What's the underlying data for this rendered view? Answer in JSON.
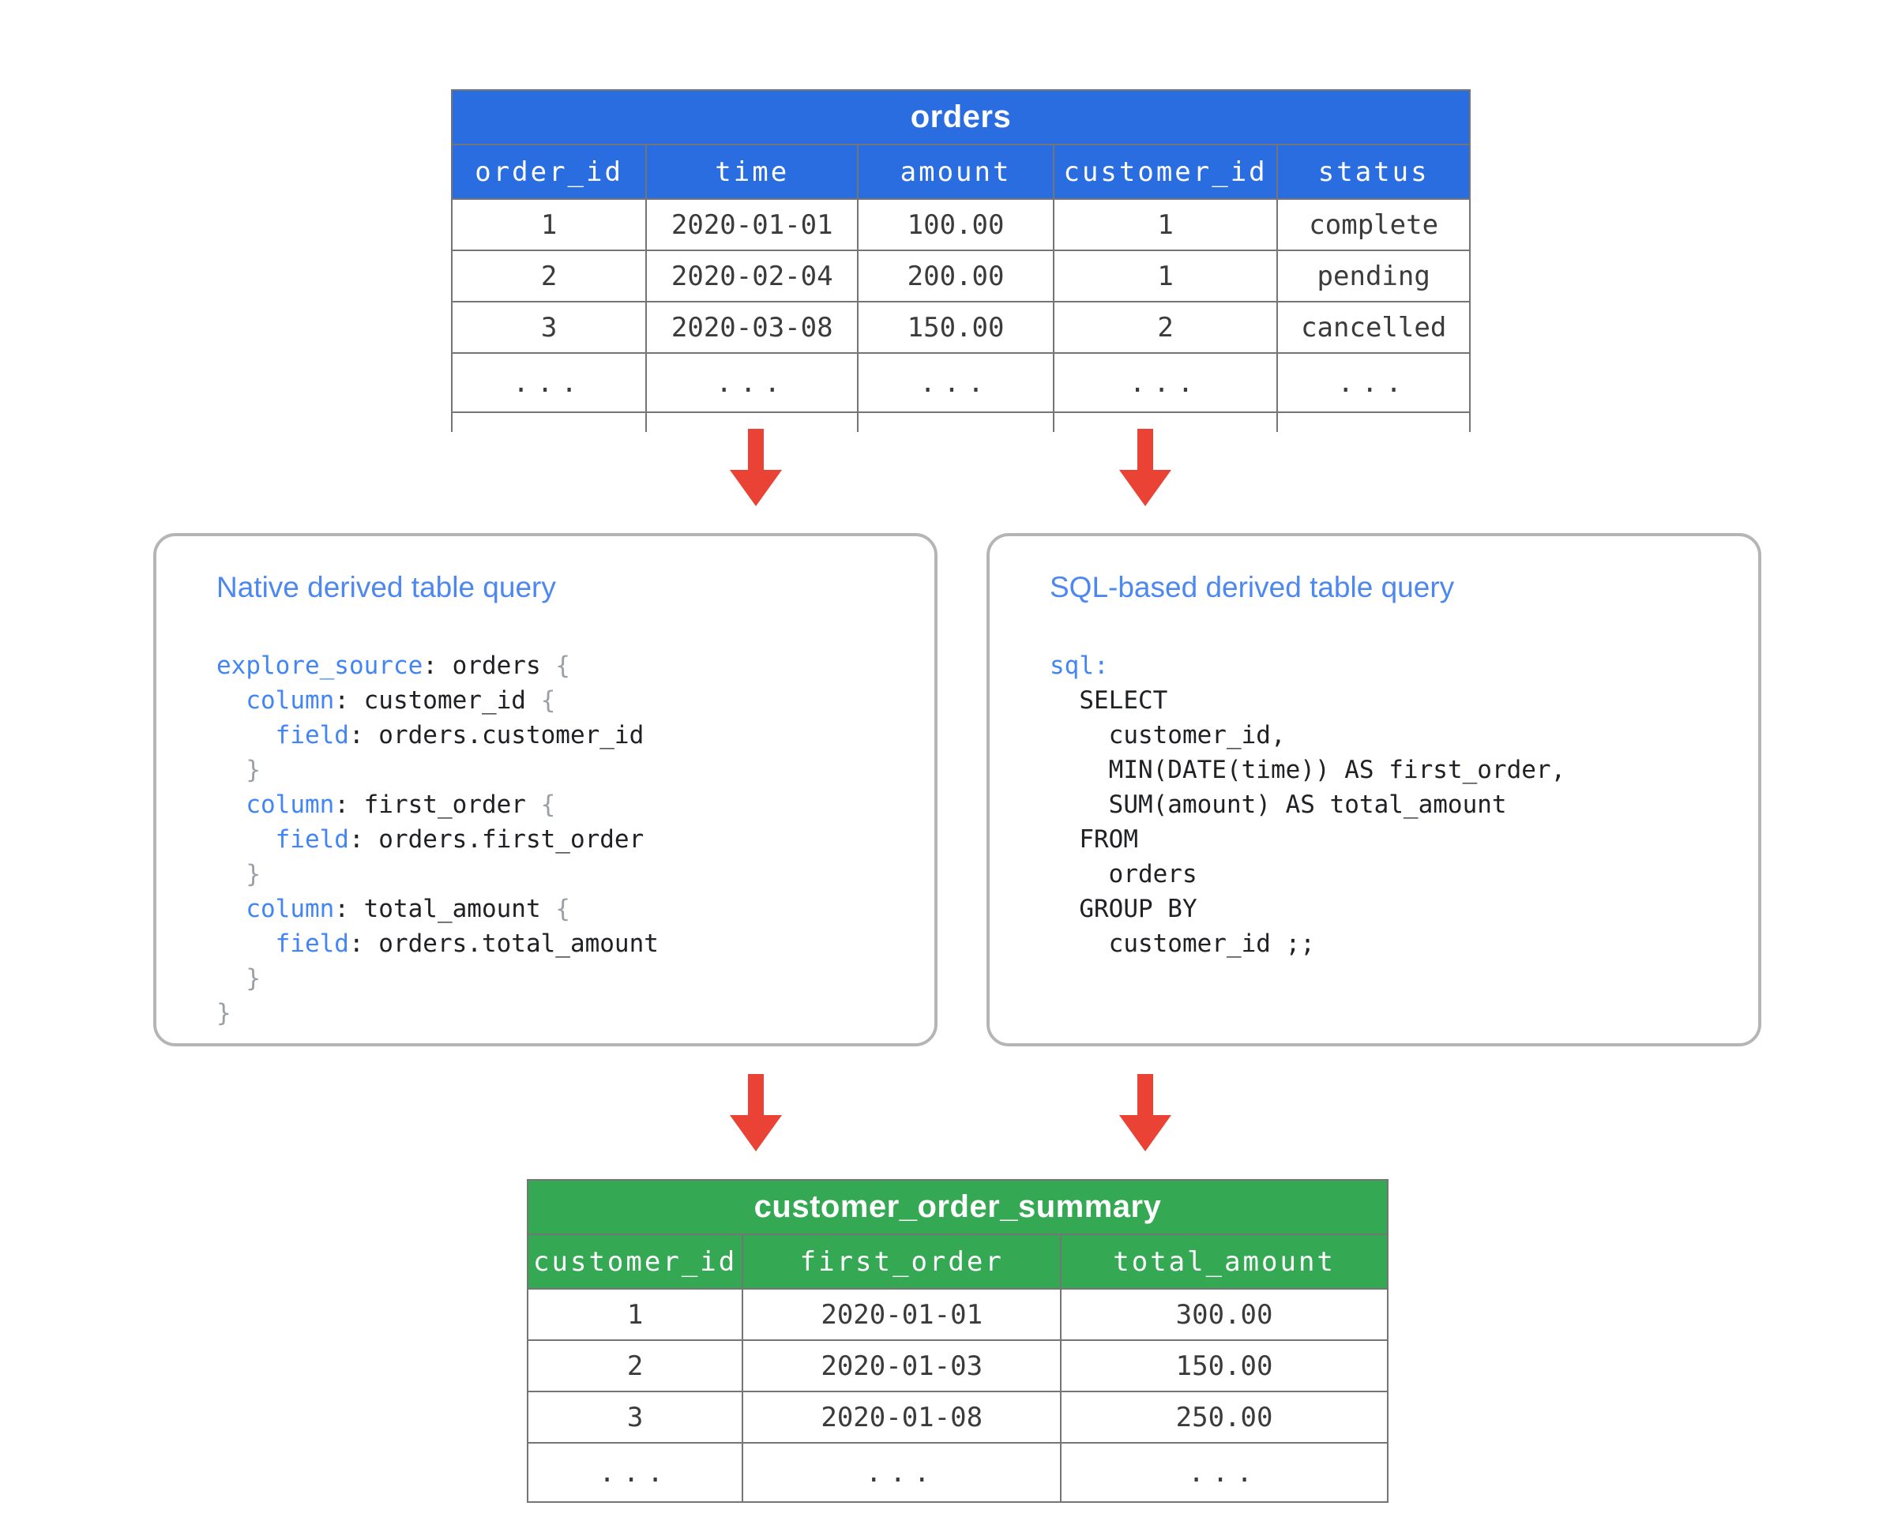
{
  "colors": {
    "table_header_blue": "#2A6DE1",
    "table_header_green": "#34A853",
    "arrow_red": "#EA4335",
    "keyword_blue": "#4285F4",
    "title_blue": "#4D87F0",
    "border_gray": "#757575",
    "box_border": "#B5B5B5",
    "code_text": "#202124",
    "brace_gray": "#9AA0A6",
    "cell_text": "#3B3B3B"
  },
  "orders_table": {
    "title": "orders",
    "columns": [
      "order_id",
      "time",
      "amount",
      "customer_id",
      "status"
    ],
    "col_widths_pct": [
      19.1,
      20.8,
      19.2,
      22.0,
      18.9
    ],
    "rows": [
      [
        "1",
        "2020-01-01",
        "100.00",
        "1",
        "complete"
      ],
      [
        "2",
        "2020-02-04",
        "200.00",
        "1",
        "pending"
      ],
      [
        "3",
        "2020-03-08",
        "150.00",
        "2",
        "cancelled"
      ]
    ],
    "ellipsis": "...",
    "truncated_bottom": true
  },
  "native_box": {
    "title": "Native derived table query",
    "code": [
      [
        [
          "kw",
          "explore_source"
        ],
        [
          "pl",
          ": orders "
        ],
        [
          "br",
          "{"
        ]
      ],
      [
        [
          "pl",
          "  "
        ],
        [
          "kw",
          "column"
        ],
        [
          "pl",
          ": customer_id "
        ],
        [
          "br",
          "{"
        ]
      ],
      [
        [
          "pl",
          "    "
        ],
        [
          "kw",
          "field"
        ],
        [
          "pl",
          ": orders.customer_id"
        ]
      ],
      [
        [
          "pl",
          "  "
        ],
        [
          "br",
          "}"
        ]
      ],
      [
        [
          "pl",
          "  "
        ],
        [
          "kw",
          "column"
        ],
        [
          "pl",
          ": first_order "
        ],
        [
          "br",
          "{"
        ]
      ],
      [
        [
          "pl",
          "    "
        ],
        [
          "kw",
          "field"
        ],
        [
          "pl",
          ": orders.first_order"
        ]
      ],
      [
        [
          "pl",
          "  "
        ],
        [
          "br",
          "}"
        ]
      ],
      [
        [
          "pl",
          "  "
        ],
        [
          "kw",
          "column"
        ],
        [
          "pl",
          ": total_amount "
        ],
        [
          "br",
          "{"
        ]
      ],
      [
        [
          "pl",
          "    "
        ],
        [
          "kw",
          "field"
        ],
        [
          "pl",
          ": orders.total_amount"
        ]
      ],
      [
        [
          "pl",
          "  "
        ],
        [
          "br",
          "}"
        ]
      ],
      [
        [
          "br",
          "}"
        ]
      ]
    ]
  },
  "sql_box": {
    "title": "SQL-based derived table query",
    "code": [
      [
        [
          "kw",
          "sql:"
        ]
      ],
      [
        [
          "pl",
          "  SELECT"
        ]
      ],
      [
        [
          "pl",
          "    customer_id,"
        ]
      ],
      [
        [
          "pl",
          "    MIN(DATE(time)) AS first_order,"
        ]
      ],
      [
        [
          "pl",
          "    SUM(amount) AS total_amount"
        ]
      ],
      [
        [
          "pl",
          "  FROM"
        ]
      ],
      [
        [
          "pl",
          "    orders"
        ]
      ],
      [
        [
          "pl",
          "  GROUP BY"
        ]
      ],
      [
        [
          "pl",
          "    customer_id ;;"
        ]
      ]
    ]
  },
  "summary_table": {
    "title": "customer_order_summary",
    "columns": [
      "customer_id",
      "first_order",
      "total_amount"
    ],
    "col_widths_pct": [
      25,
      37,
      38
    ],
    "rows": [
      [
        "1",
        "2020-01-01",
        "300.00"
      ],
      [
        "2",
        "2020-01-03",
        "150.00"
      ],
      [
        "3",
        "2020-01-08",
        "250.00"
      ]
    ],
    "ellipsis": "...",
    "truncated_bottom": false
  }
}
